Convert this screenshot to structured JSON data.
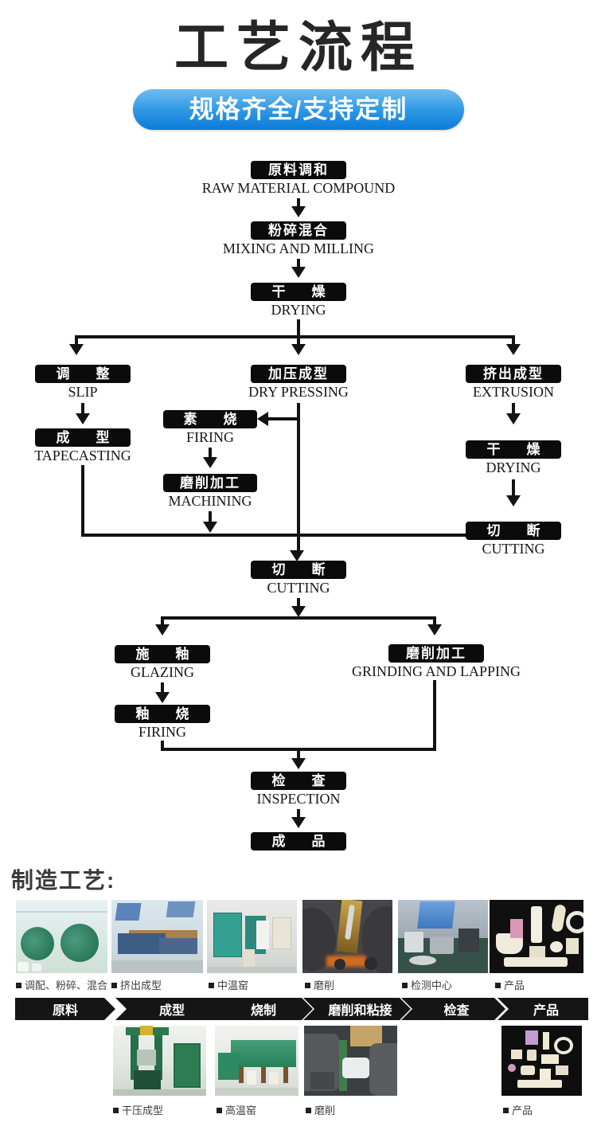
{
  "header": {
    "title": "工艺流程",
    "banner": "规格齐全/支持定制",
    "banner_colors": {
      "top": "#6fbdf1",
      "bottom": "#0a7bd8"
    }
  },
  "flow": {
    "raw": {
      "zh": "原料调和",
      "en": "RAW MATERIAL COMPOUND"
    },
    "mix": {
      "zh": "粉碎混合",
      "en": "MIXING AND MILLING"
    },
    "dry1": {
      "zh": "干　燥",
      "en": "DRYING"
    },
    "slip": {
      "zh": "调　整",
      "en": "SLIP"
    },
    "press": {
      "zh": "加压成型",
      "en": "DRY PRESSING"
    },
    "extrusion": {
      "zh": "挤出成型",
      "en": "EXTRUSION"
    },
    "tapecasting": {
      "zh": "成　型",
      "en": "TAPECASTING"
    },
    "biscuit": {
      "zh": "素　烧",
      "en": "FIRING"
    },
    "machining": {
      "zh": "磨削加工",
      "en": "MACHINING"
    },
    "dry2": {
      "zh": "干　燥",
      "en": "DRYING"
    },
    "cut_right": {
      "zh": "切　断",
      "en": "CUTTING"
    },
    "cut_center": {
      "zh": "切　断",
      "en": "CUTTING"
    },
    "glazing": {
      "zh": "施　釉",
      "en": "GLAZING"
    },
    "grinding": {
      "zh": "磨削加工",
      "en": "GRINDING AND LAPPING"
    },
    "glost": {
      "zh": "釉　烧",
      "en": "FIRING"
    },
    "inspection": {
      "zh": "检　查",
      "en": "INSPECTION"
    },
    "product": {
      "zh": "成　品"
    }
  },
  "manufacturing": {
    "heading": "制造工艺:",
    "bullet": "■",
    "row1": [
      {
        "caption": "调配、粉碎、混合",
        "photo": "ball-mills"
      },
      {
        "caption": "挤出成型",
        "photo": "extruder"
      },
      {
        "caption": "中温窑",
        "photo": "medium-temperature-kiln"
      },
      {
        "caption": "磨削",
        "photo": "grinding-closeup"
      },
      {
        "caption": "检测中心",
        "photo": "testing-center"
      },
      {
        "caption": "产品",
        "photo": "products"
      }
    ],
    "steps": [
      "原料",
      "成型",
      "烧制",
      "磨削和粘接",
      "检查",
      "产品"
    ],
    "row2": [
      {
        "caption": "干压成型",
        "photo": "dry-press"
      },
      {
        "caption": "高温窑",
        "photo": "high-temperature-kiln"
      },
      {
        "caption": "磨削",
        "photo": "grinding-machine"
      },
      {
        "caption": "产品",
        "photo": "products-2"
      }
    ]
  }
}
